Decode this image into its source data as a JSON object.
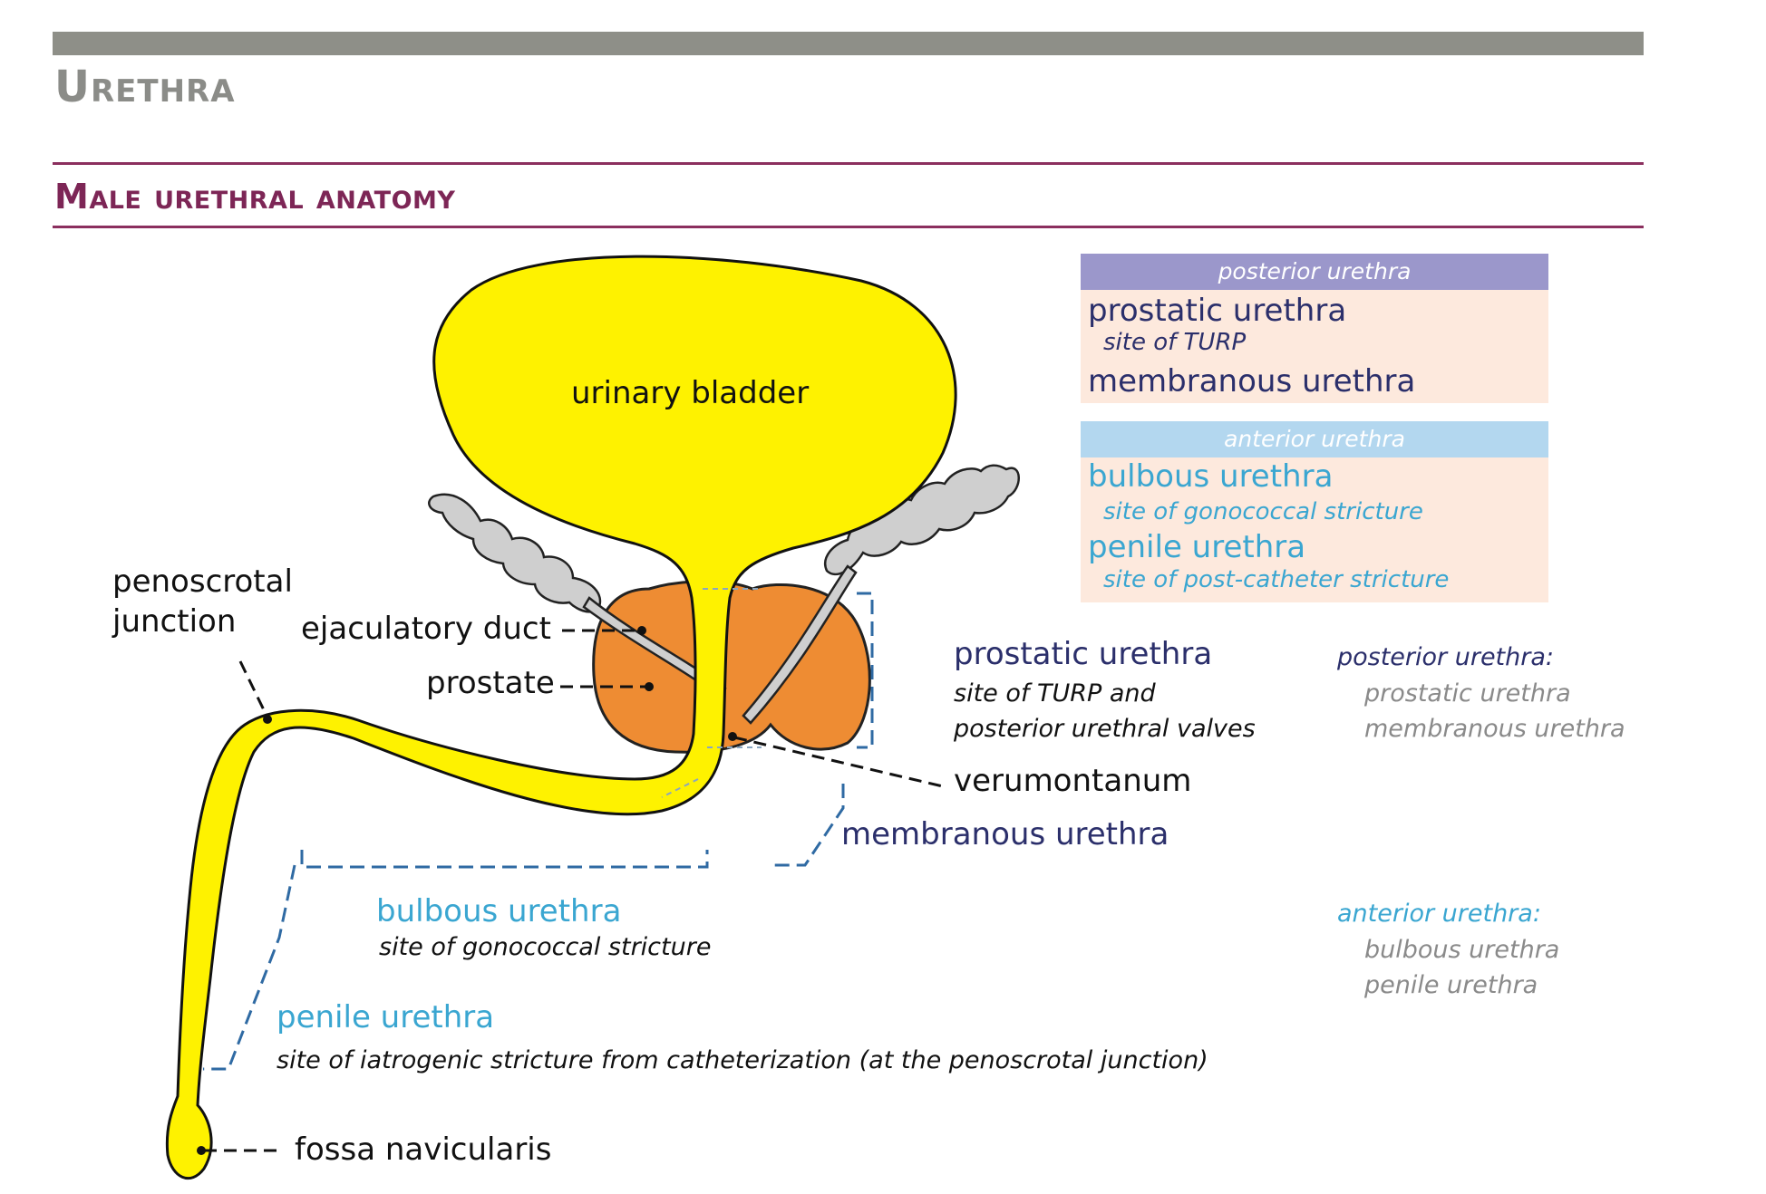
{
  "page": {
    "title": "Urethra",
    "section_title": "Male urethral anatomy"
  },
  "legend_box": {
    "posterior": {
      "header": "posterior urethra",
      "prostatic": "prostatic urethra",
      "prostatic_note": "site of TURP",
      "membranous": "membranous urethra"
    },
    "anterior": {
      "header": "anterior urethra",
      "bulbous": "bulbous urethra",
      "bulbous_note": "site of gonococcal stricture",
      "penile": "penile urethra",
      "penile_note": "site of post-catheter stricture"
    }
  },
  "diagram": {
    "bladder": "urinary bladder",
    "penoscrotal": [
      "penoscrotal",
      "junction"
    ],
    "ejaculatory_duct": "ejaculatory duct",
    "prostate": "prostate",
    "prostatic": {
      "label": "prostatic urethra",
      "note": [
        "site of TURP and",
        "posterior urethral valves"
      ]
    },
    "verumontanum": "verumontanum",
    "membranous": "membranous urethra",
    "bulbous": {
      "label": "bulbous urethra",
      "note": "site of gonococcal stricture"
    },
    "penile": {
      "label": "penile urethra",
      "note": "site of iatrogenic stricture from catheterization (at the penoscrotal junction)"
    },
    "fossa": "fossa navicularis"
  },
  "summary": {
    "posterior": {
      "heading": "posterior urethra:",
      "items": [
        "prostatic urethra",
        "membranous urethra"
      ]
    },
    "anterior": {
      "heading": "anterior urethra:",
      "items": [
        "bulbous urethra",
        "penile urethra"
      ]
    }
  },
  "colors": {
    "bladder_fill": "#fef200",
    "prostate_fill": "#ee8c33",
    "duct_fill": "#cfcfcf",
    "bracket": "#2f6aa3",
    "posterior_header": "#9b97cb",
    "anterior_header": "#b3d7ef",
    "box_body": "#fde9dd"
  }
}
